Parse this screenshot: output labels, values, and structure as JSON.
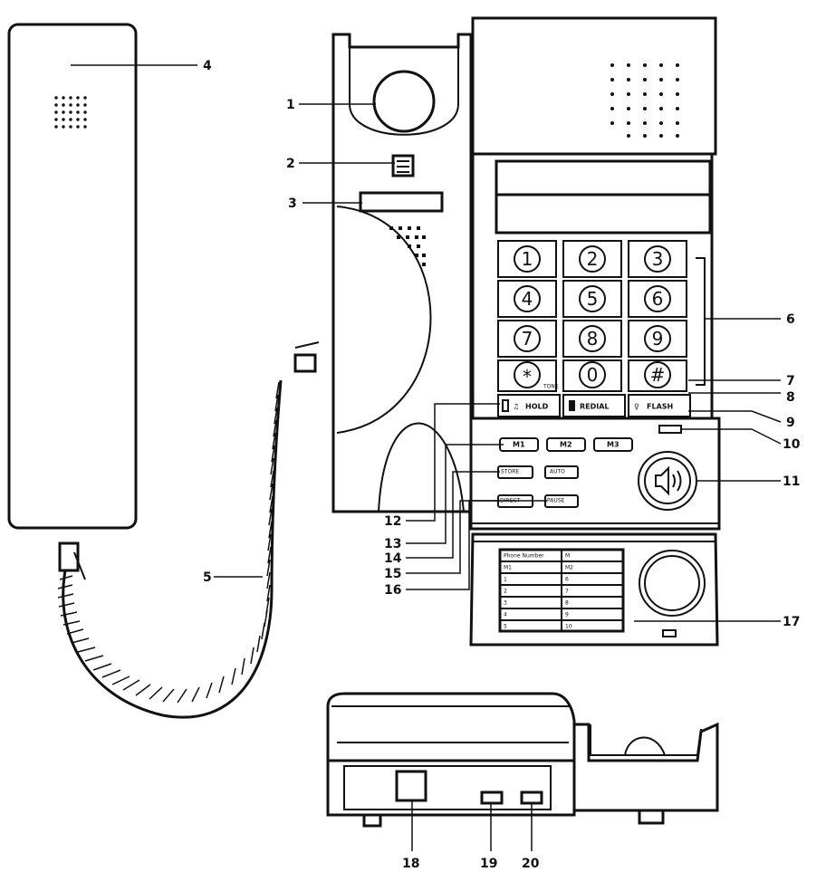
{
  "callouts": {
    "c1": "1",
    "c2": "2",
    "c3": "3",
    "c4": "4",
    "c5": "5",
    "c6": "6",
    "c7": "7",
    "c8": "8",
    "c9": "9",
    "c10": "10",
    "c11": "11",
    "c12": "12",
    "c13": "13",
    "c14": "14",
    "c15": "15",
    "c16": "16",
    "c17": "17",
    "c18": "18",
    "c19": "19",
    "c20": "20"
  },
  "keypad": {
    "k1": "1",
    "k2": "2",
    "k3": "3",
    "k4": "4",
    "k5": "5",
    "k6": "6",
    "k7": "7",
    "k8": "8",
    "k9": "9",
    "kstar": "*",
    "k0": "0",
    "khash": "#"
  },
  "function_keys": {
    "tone": "TONE",
    "hold": "HOLD",
    "redial": "REDIAL",
    "flash": "FLASH"
  },
  "memory_keys": {
    "m1": "M1",
    "m2": "M2",
    "m3": "M3",
    "store": "STORE",
    "auto": "AUTO",
    "direct": "DIRECT",
    "pause": "PAUSE"
  },
  "directory_card": {
    "header": "Phone Number",
    "header_right": "M",
    "left_col": [
      "M1",
      "1",
      "2",
      "3",
      "4",
      "5"
    ],
    "right_col": [
      "M2",
      "6",
      "7",
      "8",
      "9",
      "10"
    ]
  }
}
